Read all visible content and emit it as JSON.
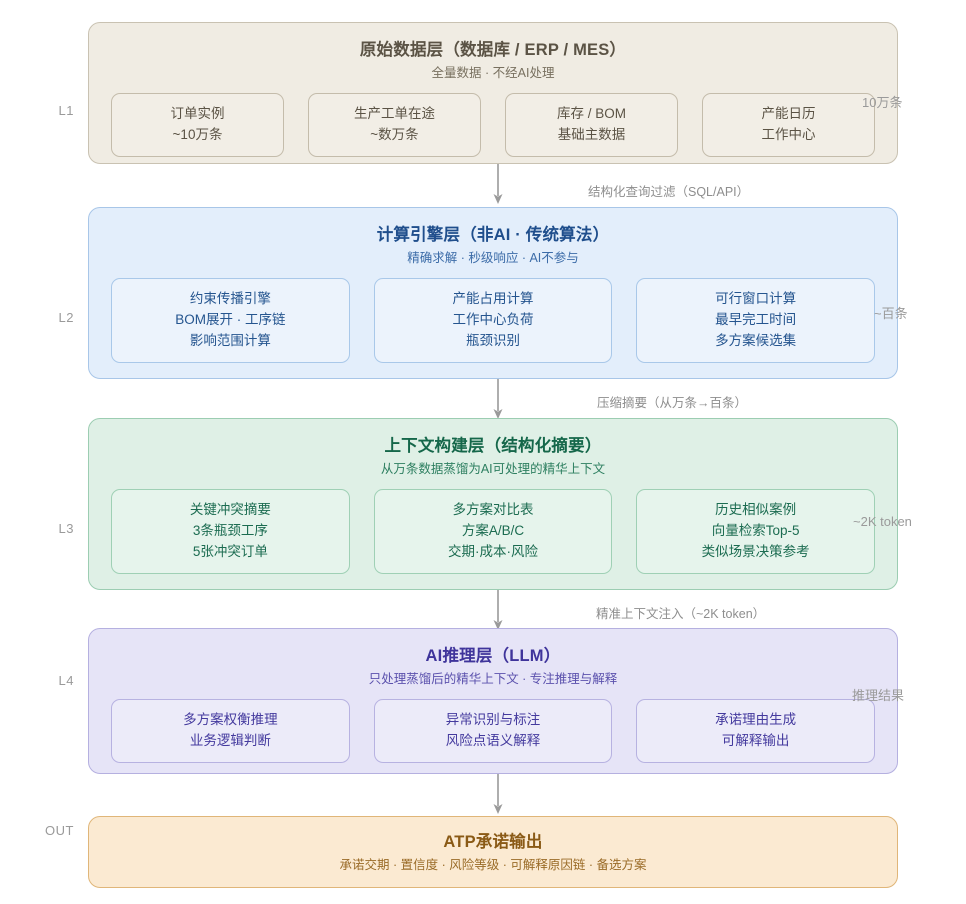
{
  "diagram": {
    "title_semantic": "ATP four-layer architecture flow",
    "rail": {
      "l1": "L1",
      "l2": "L2",
      "l3": "L3",
      "l4": "L4",
      "out": "OUT"
    },
    "volumes": {
      "l1": "10万条",
      "l2": "~百条",
      "l3": "~2K token",
      "l4": "推理结果"
    },
    "edges": [
      {
        "label": "结构化查询过滤（SQL/API）"
      },
      {
        "label": "压缩摘要（从万条→百条）"
      },
      {
        "label": "精准上下文注入（~2K token）"
      },
      {
        "label": ""
      }
    ],
    "layers": [
      {
        "id": "l1",
        "title": "原始数据层（数据库 / ERP / MES）",
        "subtitle": "全量数据 · 不经AI处理",
        "accent": "#c9c2b2",
        "cards": [
          {
            "lines": [
              "订单实例",
              "~10万条"
            ]
          },
          {
            "lines": [
              "生产工单在途",
              "~数万条"
            ]
          },
          {
            "lines": [
              "库存 / BOM",
              "基础主数据"
            ]
          },
          {
            "lines": [
              "产能日历",
              "工作中心"
            ]
          }
        ]
      },
      {
        "id": "l2",
        "title": "计算引擎层（非AI · 传统算法）",
        "subtitle": "精确求解 · 秒级响应 · AI不参与",
        "accent": "#a8c6e8",
        "cards": [
          {
            "lines": [
              "约束传播引擎",
              "BOM展开 · 工序链",
              "影响范围计算"
            ]
          },
          {
            "lines": [
              "产能占用计算",
              "工作中心负荷",
              "瓶颈识别"
            ]
          },
          {
            "lines": [
              "可行窗口计算",
              "最早完工时间",
              "多方案候选集"
            ]
          }
        ]
      },
      {
        "id": "l3",
        "title": "上下文构建层（结构化摘要）",
        "subtitle": "从万条数据蒸馏为AI可处理的精华上下文",
        "accent": "#9ccdb2",
        "cards": [
          {
            "lines": [
              "关键冲突摘要",
              "3条瓶颈工序",
              "5张冲突订单"
            ]
          },
          {
            "lines": [
              "多方案对比表",
              "方案A/B/C",
              "交期·成本·风险"
            ]
          },
          {
            "lines": [
              "历史相似案例",
              "向量检索Top-5",
              "类似场景决策参考"
            ]
          }
        ]
      },
      {
        "id": "l4",
        "title": "AI推理层（LLM）",
        "subtitle": "只处理蒸馏后的精华上下文 · 专注推理与解释",
        "accent": "#b5b0e0",
        "cards": [
          {
            "lines": [
              "多方案权衡推理",
              "业务逻辑判断"
            ]
          },
          {
            "lines": [
              "异常识别与标注",
              "风险点语义解释"
            ]
          },
          {
            "lines": [
              "承诺理由生成",
              "可解释输出"
            ]
          }
        ]
      }
    ],
    "output": {
      "id": "out",
      "title": "ATP承诺输出",
      "subtitle": "承诺交期 · 置信度 · 风险等级 · 可解释原因链 · 备选方案",
      "accent": "#e0b679"
    }
  }
}
